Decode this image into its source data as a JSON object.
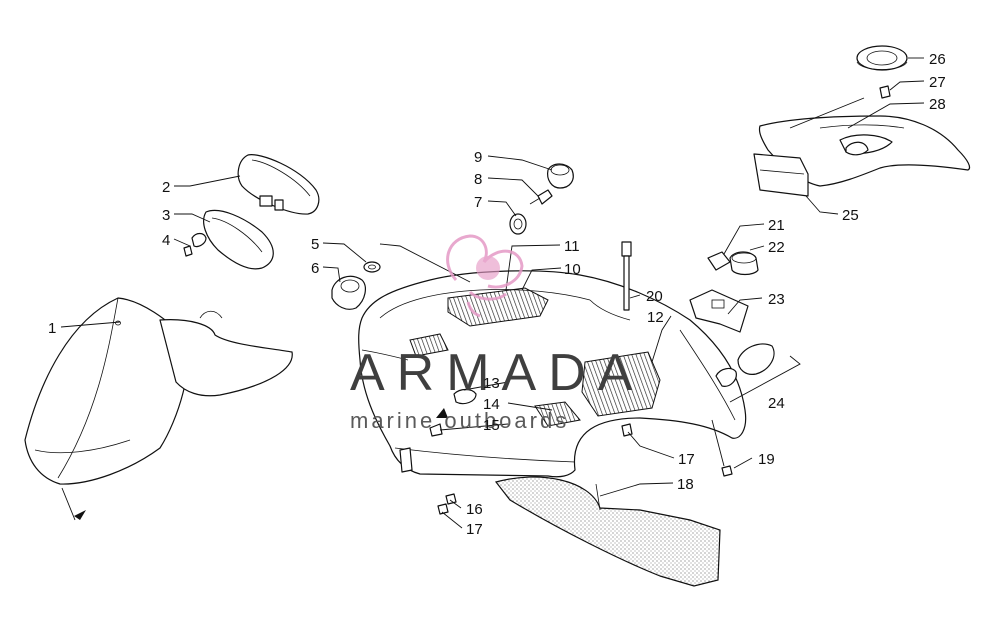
{
  "watermark": {
    "title": "ARMADA",
    "subtitle": "marine outboards",
    "logo_color": "#e59ac6"
  },
  "callouts": [
    {
      "id": "c1",
      "label": "1"
    },
    {
      "id": "c2",
      "label": "2"
    },
    {
      "id": "c3",
      "label": "3"
    },
    {
      "id": "c4",
      "label": "4"
    },
    {
      "id": "c5",
      "label": "5"
    },
    {
      "id": "c6",
      "label": "6"
    },
    {
      "id": "c7",
      "label": "7"
    },
    {
      "id": "c8",
      "label": "8"
    },
    {
      "id": "c9",
      "label": "9"
    },
    {
      "id": "c10",
      "label": "10"
    },
    {
      "id": "c11",
      "label": "11"
    },
    {
      "id": "c12",
      "label": "12"
    },
    {
      "id": "c13",
      "label": "13"
    },
    {
      "id": "c14",
      "label": "14"
    },
    {
      "id": "c15",
      "label": "15"
    },
    {
      "id": "c16",
      "label": "16"
    },
    {
      "id": "c17a",
      "label": "17"
    },
    {
      "id": "c17b",
      "label": "17"
    },
    {
      "id": "c18",
      "label": "18"
    },
    {
      "id": "c19",
      "label": "19"
    },
    {
      "id": "c20",
      "label": "20"
    },
    {
      "id": "c21",
      "label": "21"
    },
    {
      "id": "c22",
      "label": "22"
    },
    {
      "id": "c23",
      "label": "23"
    },
    {
      "id": "c24",
      "label": "24"
    },
    {
      "id": "c25",
      "label": "25"
    },
    {
      "id": "c26",
      "label": "26"
    },
    {
      "id": "c27",
      "label": "27"
    },
    {
      "id": "c28",
      "label": "28"
    }
  ]
}
